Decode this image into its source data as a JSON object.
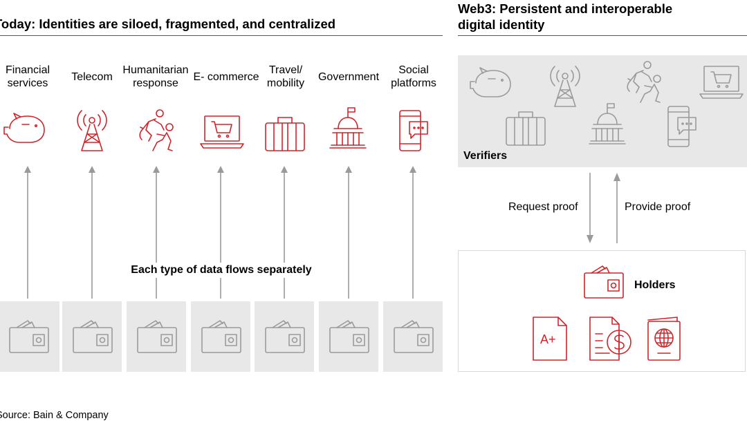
{
  "left": {
    "heading": "Today: Identities are siloed, fragmented, and centralized",
    "categories": [
      {
        "label": "Financial\nservices",
        "icon": "piggy-bank-icon"
      },
      {
        "label": "Telecom",
        "icon": "radio-tower-icon"
      },
      {
        "label": "Humanitarian\nresponse",
        "icon": "helping-hand-icon"
      },
      {
        "label": "E- commerce",
        "icon": "laptop-cart-icon"
      },
      {
        "label": "Travel/\nmobility",
        "icon": "suitcase-icon"
      },
      {
        "label": "Government",
        "icon": "capitol-building-icon"
      },
      {
        "label": "Social\nplatforms",
        "icon": "phone-chat-icon"
      }
    ],
    "flow_label": "Each type of data flows separately"
  },
  "right": {
    "heading": "Web3: Persistent and interoperable\ndigital identity",
    "verifiers_label": "Verifiers",
    "request_label": "Request proof",
    "provide_label": "Provide proof",
    "holders_label": "Holders"
  },
  "source": "Source: Bain & Company",
  "colors": {
    "accent": "#d2232a",
    "icon_gray": "#9a9a9a",
    "box_gray": "#e8e8e8"
  }
}
